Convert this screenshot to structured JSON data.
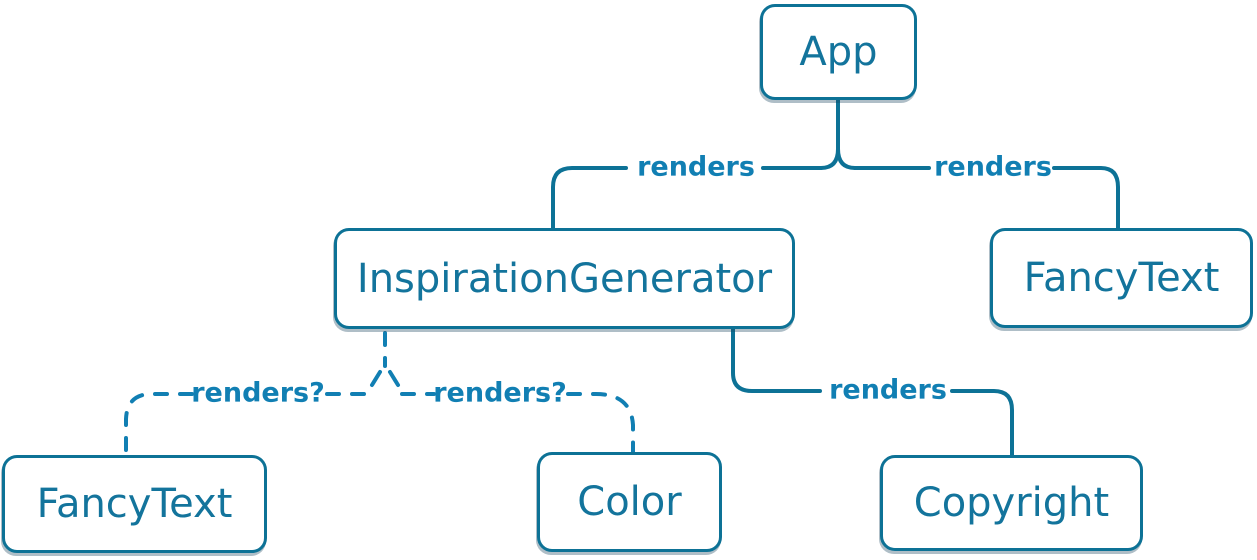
{
  "diagram": {
    "type": "component-render-tree",
    "colors": {
      "solid_edge": "#0D7296",
      "node_border": "#0D7296",
      "node_text": "#13749C",
      "dashed_edge": "#117FB3",
      "edge_label": "#117FB3",
      "node_fill": "#ffffff",
      "background": "#ffffff"
    },
    "nodes": [
      {
        "id": "app",
        "label": "App"
      },
      {
        "id": "inspiration-generator",
        "label": "InspirationGenerator"
      },
      {
        "id": "fancy-text-top",
        "label": "FancyText"
      },
      {
        "id": "fancy-text-bottom",
        "label": "FancyText"
      },
      {
        "id": "color",
        "label": "Color"
      },
      {
        "id": "copyright",
        "label": "Copyright"
      }
    ],
    "edges": [
      {
        "from": "App",
        "to": "InspirationGenerator",
        "label": "renders",
        "style": "solid"
      },
      {
        "from": "App",
        "to": "FancyText",
        "label": "renders",
        "style": "solid"
      },
      {
        "from": "InspirationGenerator",
        "to": "Copyright",
        "label": "renders",
        "style": "solid"
      },
      {
        "from": "InspirationGenerator",
        "to": "FancyText",
        "label": "renders?",
        "style": "dashed"
      },
      {
        "from": "InspirationGenerator",
        "to": "Color",
        "label": "renders?",
        "style": "dashed"
      }
    ]
  }
}
